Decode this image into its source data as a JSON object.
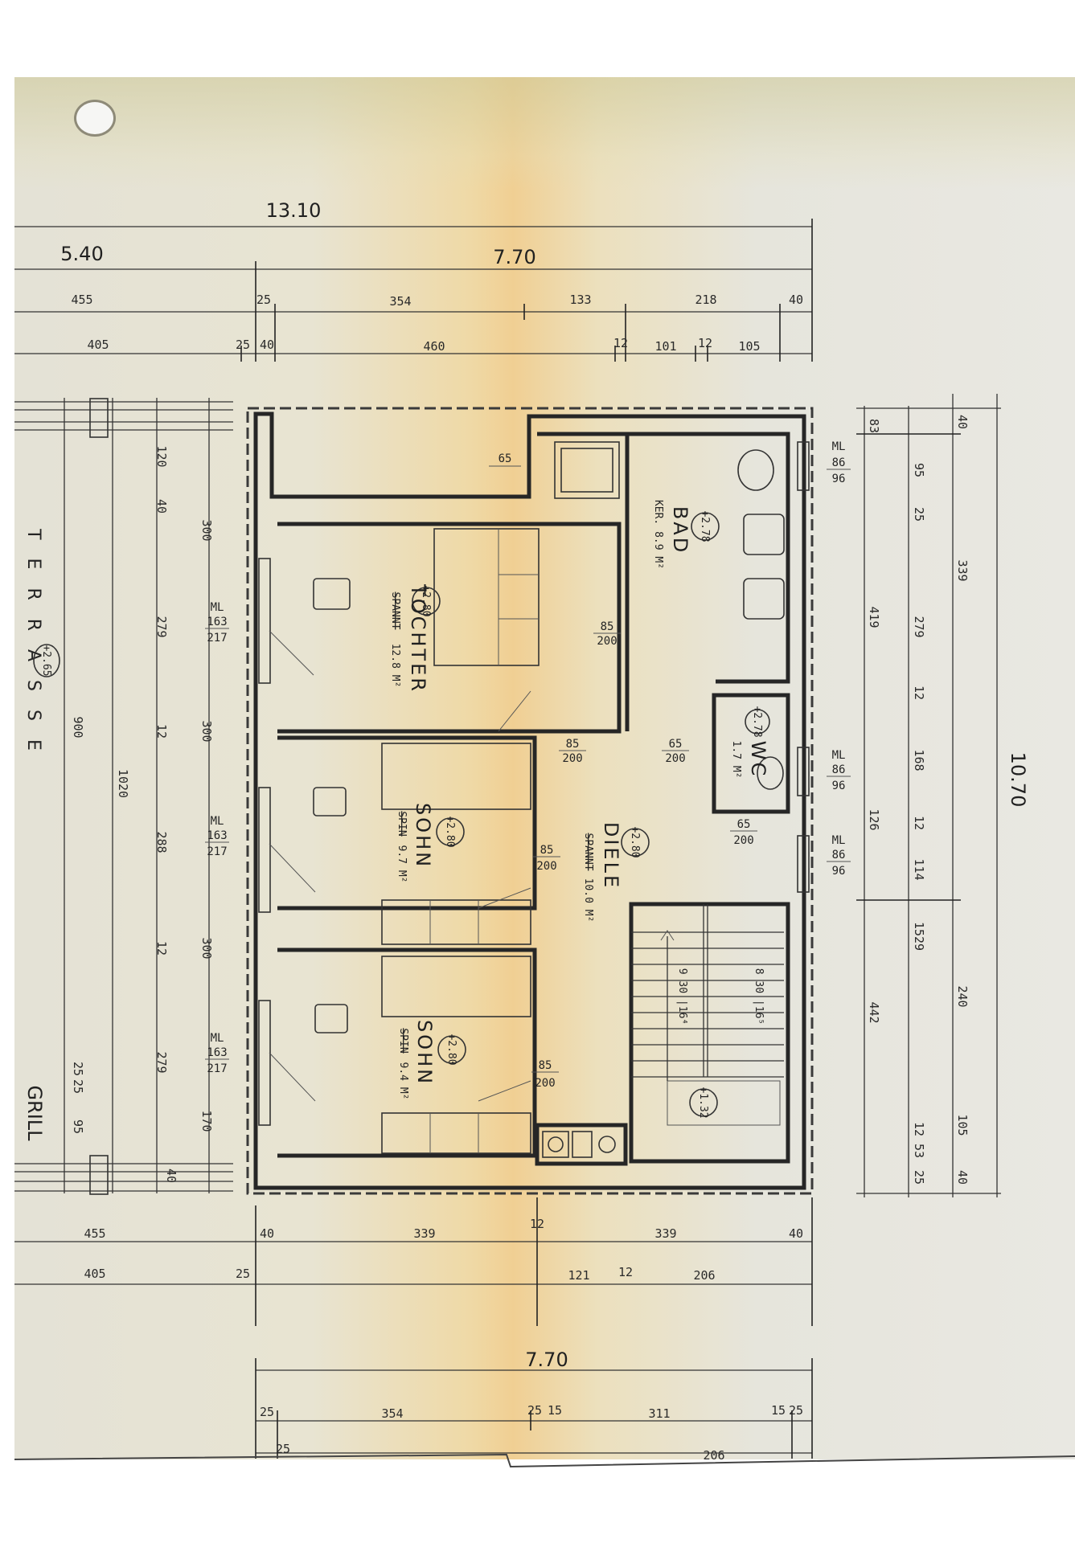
{
  "top_dims": {
    "total": "13.10",
    "left_part": "5.40",
    "right_part": "7.70",
    "row1": [
      "455",
      "25",
      "354",
      "133",
      "218",
      "40"
    ],
    "row2": [
      "405",
      "25",
      "40",
      "460",
      "12",
      "101",
      "12",
      "105"
    ]
  },
  "bottom_dims": {
    "row1": [
      "455",
      "40",
      "339",
      "12",
      "339",
      "40"
    ],
    "row2": [
      "405",
      "25",
      "121",
      "12",
      "206"
    ],
    "total": "7.70",
    "row3": [
      "25",
      "354",
      "25",
      "15",
      "311",
      "15",
      "25"
    ],
    "row4": [
      "25",
      "206"
    ]
  },
  "left_dims": {
    "outer_total": "1020",
    "inner_total": "900",
    "col_a": [
      "120",
      "40",
      "279",
      "12",
      "288",
      "12",
      "279",
      "25",
      "25",
      "95",
      "40"
    ],
    "col_b": [
      "300",
      "300",
      "300",
      "170"
    ]
  },
  "right_dims": {
    "total": "10.70",
    "col_a": [
      "83",
      "419",
      "126",
      "1529",
      "442"
    ],
    "col_b": [
      "40",
      "95",
      "25",
      "279",
      "12",
      "168",
      "12",
      "114",
      "12",
      "53",
      "25"
    ],
    "col_c": [
      "339",
      "240",
      "105",
      "40"
    ]
  },
  "rooms": [
    {
      "name": "TOCHTER",
      "area": "12.8 M²",
      "note": "SPANNT",
      "level": "+2.80"
    },
    {
      "name": "SOHN",
      "area": "9.7 M²",
      "note": "SPIN",
      "level": "+2.80"
    },
    {
      "name": "SOHN",
      "area": "9.4 M²",
      "note": "SPIN",
      "level": "+2.80"
    },
    {
      "name": "BAD",
      "area": "KER. 8.9 M²",
      "level": "+2.78"
    },
    {
      "name": "WC",
      "area": "1.7 M²",
      "level": "+2.78"
    },
    {
      "name": "DIELE",
      "area": "10.0 M²",
      "note": "SPANNT",
      "level": "+2.80"
    }
  ],
  "windows": [
    {
      "ml": "ML",
      "a": "163",
      "b": "217"
    },
    {
      "ml": "ML",
      "a": "163",
      "b": "217"
    },
    {
      "ml": "ML",
      "a": "163",
      "b": "217"
    },
    {
      "ml": "ML",
      "a": "86",
      "b": "96"
    },
    {
      "ml": "ML",
      "a": "86",
      "b": "96"
    },
    {
      "ml": "ML",
      "a": "86",
      "b": "96"
    }
  ],
  "doors": [
    {
      "w": "85",
      "h": "200"
    },
    {
      "w": "85",
      "h": "200"
    },
    {
      "w": "65",
      "h": "200"
    },
    {
      "w": "85",
      "h": "200"
    },
    {
      "w": "85",
      "h": "200"
    },
    {
      "w": "65",
      "h": "200"
    }
  ],
  "misc": {
    "niche": "65",
    "stair_left": "9 30 |16⁴",
    "stair_right": "8 30 |16⁵",
    "stair_level": "+1.32",
    "terrace_level": "+2.65",
    "terrace": "T E R R A S S E",
    "grill": "GRILL"
  }
}
